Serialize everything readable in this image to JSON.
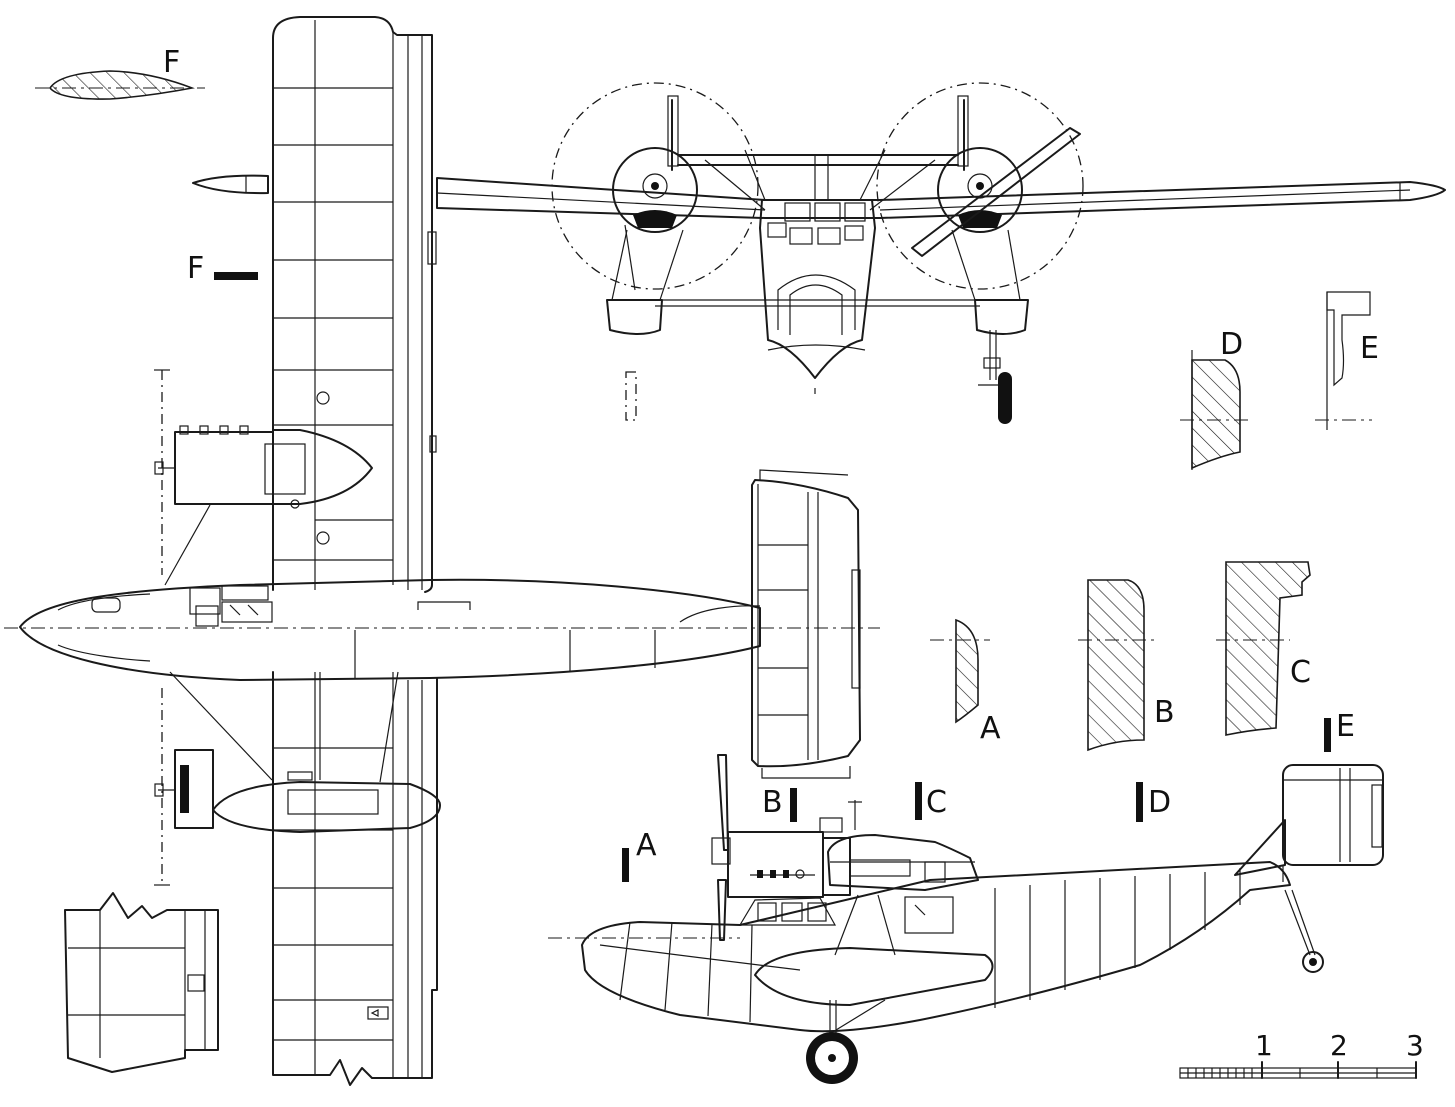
{
  "section_labels": {
    "A": "A",
    "B": "B",
    "C": "C",
    "D": "D",
    "E": "E",
    "F": "F"
  },
  "scale_bar": {
    "ticks": [
      "1",
      "2",
      "3"
    ]
  }
}
